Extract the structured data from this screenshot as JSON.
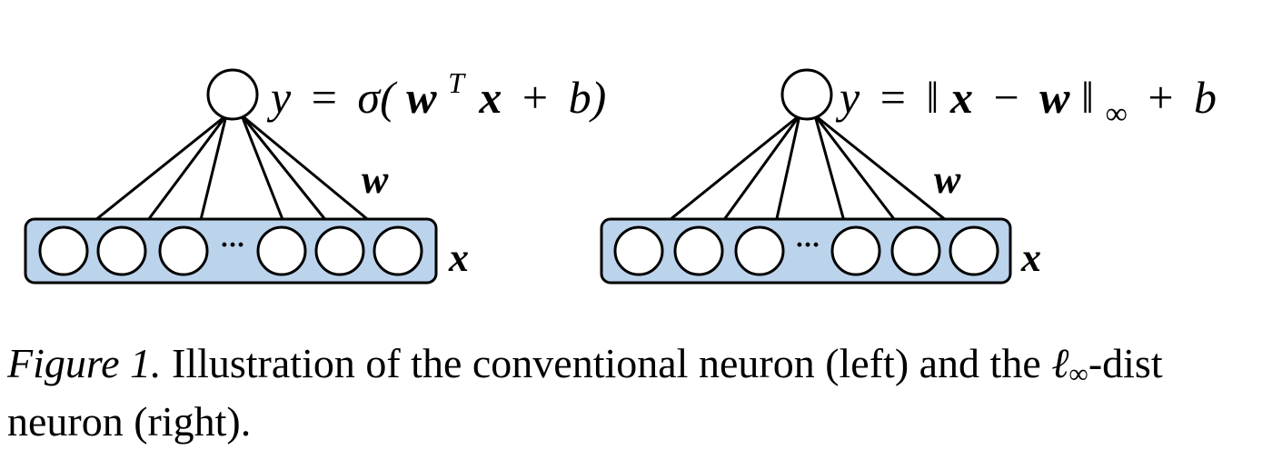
{
  "left": {
    "formula": {
      "y": "y",
      "eq": "=",
      "sigma": "σ(",
      "w": "w",
      "T": "T",
      "x": "x",
      "plus": "+",
      "b": "b)"
    },
    "weight_label": "w",
    "input_label": "x",
    "ellipsis": "···"
  },
  "right": {
    "formula": {
      "y": "y",
      "eq": "=",
      "open": "‖",
      "x": "x",
      "minus": "−",
      "w": "w",
      "close": "‖",
      "inf": "∞",
      "plus": "+",
      "b": "b"
    },
    "weight_label": "w",
    "input_label": "x",
    "ellipsis": "···"
  },
  "caption": {
    "figure_label": "Figure 1.",
    "text_before": " Illustration of the conventional neuron (left) and the ",
    "ell": "ℓ",
    "ell_sub": "∞",
    "text_after": "-dist neuron (right)."
  },
  "colors": {
    "input_box_fill": "#bcd3ec",
    "stroke": "#000000",
    "node_fill": "#ffffff"
  }
}
